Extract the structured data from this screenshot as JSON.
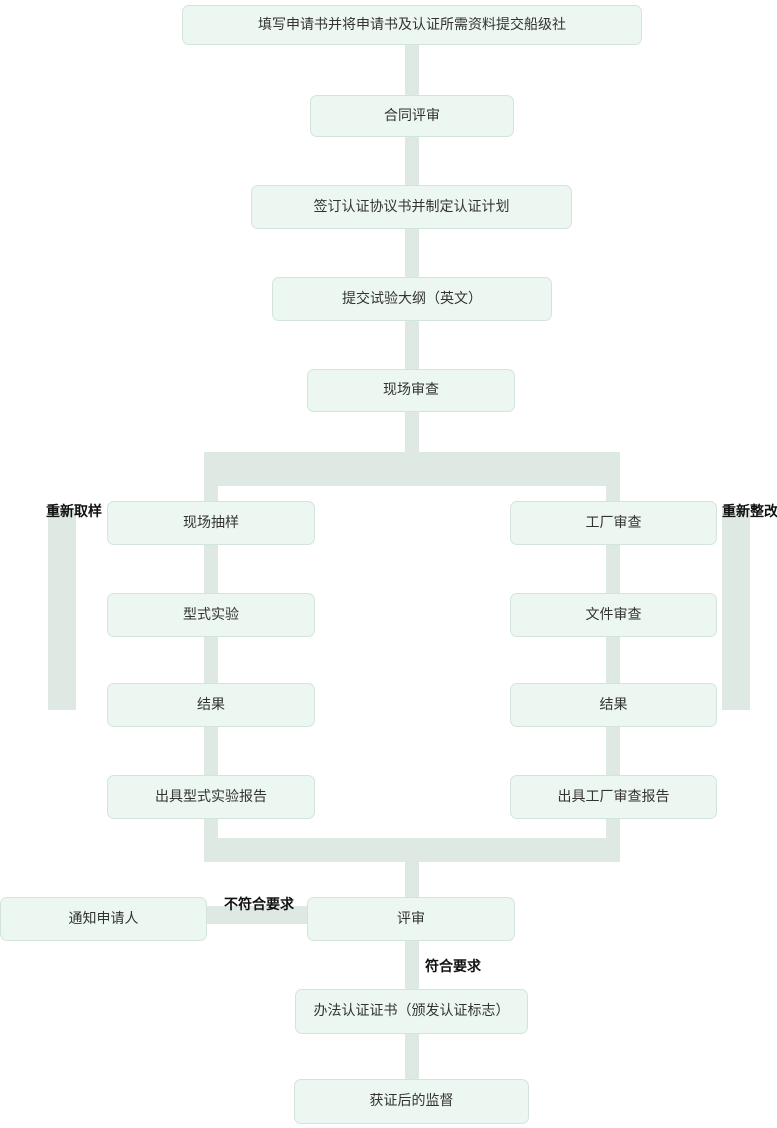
{
  "colors": {
    "node_fill": "#edf7f1",
    "node_border": "#d3e5da",
    "connector": "#dde9e2",
    "node_text": "#333333",
    "label_text": "#111111",
    "background": "#ffffff"
  },
  "nodes": {
    "submit_application": {
      "label": "填写申请书并将申请书及认证所需资料提交船级社"
    },
    "contract_review": {
      "label": "合同评审"
    },
    "sign_agreement": {
      "label": "签订认证协议书并制定认证计划"
    },
    "submit_test_outline": {
      "label": "提交试验大纲（英文）"
    },
    "onsite_review": {
      "label": "现场审查"
    },
    "onsite_sampling": {
      "label": "现场抽样"
    },
    "type_test": {
      "label": "型式实验"
    },
    "result_left": {
      "label": "结果"
    },
    "type_test_report": {
      "label": "出具型式实验报告"
    },
    "factory_audit": {
      "label": "工厂审查"
    },
    "document_review": {
      "label": "文件审查"
    },
    "result_right": {
      "label": "结果"
    },
    "factory_audit_report": {
      "label": "出具工厂审查报告"
    },
    "notify_applicant": {
      "label": "通知申请人"
    },
    "final_review": {
      "label": "评审"
    },
    "issue_certificate": {
      "label": "办法认证证书（颁发认证标志）"
    },
    "post_cert_supervision": {
      "label": "获证后的监督"
    }
  },
  "edge_labels": {
    "resample": "重新取样",
    "rectify": "重新整改",
    "not_meet": "不符合要求",
    "meet": "符合要求"
  }
}
